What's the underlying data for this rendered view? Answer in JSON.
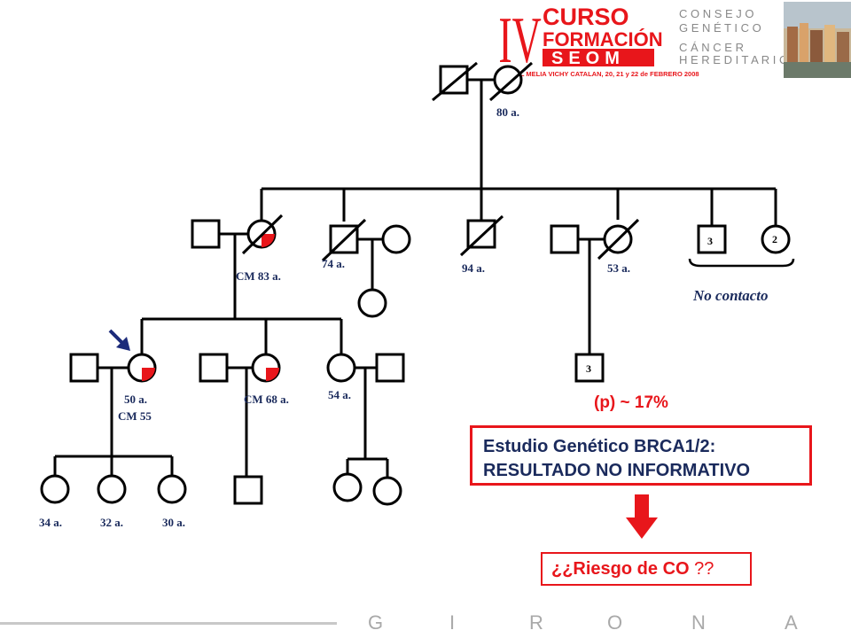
{
  "header": {
    "roman": "IV",
    "curso": "CURSO",
    "formacion": "FORMACIÓN",
    "seom": "SEOM",
    "consejo_lines": [
      "C O N S E J O",
      "G E N É T I C O",
      "C Á N C E R",
      "H E R E D I T A R I O"
    ],
    "venue": "HOTEL MELIA VICHY CATALAN, 20, 21 y 22 de FEBRERO 2008"
  },
  "pedigree": {
    "gen1_age": "80 a.",
    "gen2_cm83": "CM 83 a.",
    "gen2_age74": "74 a.",
    "gen2_age94": "94 a.",
    "gen2_age53": "53 a.",
    "gen2_count_square": "3",
    "gen2_count_circle": "2",
    "no_contact": "No contacto",
    "gen3_count_square": "3",
    "gen3_proband_age": "50 a.",
    "gen3_proband_cm": "CM 55",
    "gen3_cm68": "CM 68 a.",
    "gen3_age54": "54 a.",
    "gen4_ages": [
      "34 a.",
      "32 a.",
      "30 a."
    ]
  },
  "probability": "(p) ~ 17%",
  "result_box": {
    "line1": "Estudio Genético BRCA1/2:",
    "line2": "RESULTADO NO INFORMATIVO"
  },
  "risk_question": {
    "main": "¿¿Riesgo de CO",
    "tail": " ??"
  },
  "footer": {
    "city_letters": [
      "G",
      "I",
      "R",
      "O",
      "N",
      "A"
    ]
  },
  "colors": {
    "navy": "#1a2a5c",
    "red": "#e8161b",
    "arrow": "#1c2b7a"
  }
}
